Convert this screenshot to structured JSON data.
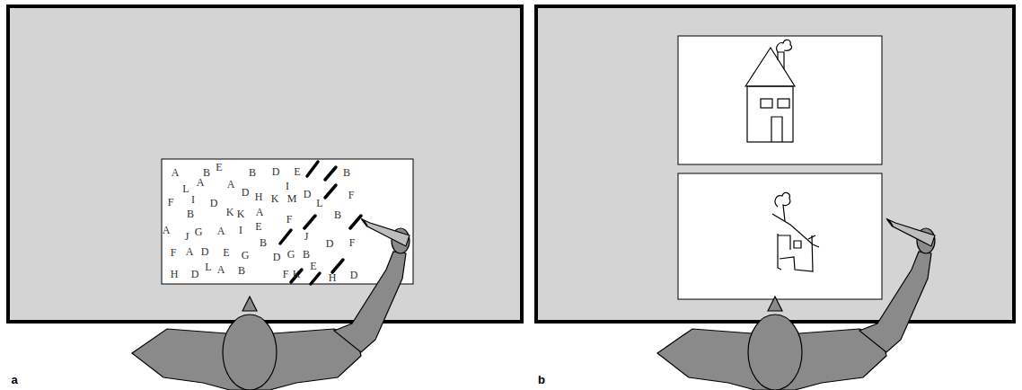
{
  "diagram": {
    "labels": [
      "A",
      "B",
      "E",
      "B",
      "D",
      "E",
      "B",
      "L",
      "A",
      "A",
      "D",
      "H",
      "I",
      "D",
      "F",
      "F",
      "I",
      "D",
      "K",
      "K",
      "M",
      "L",
      "B",
      "K",
      "A",
      "B",
      "E",
      "F",
      "A",
      "J",
      "G",
      "A",
      "I",
      "J",
      "B",
      "D",
      "F",
      "F",
      "A",
      "D",
      "E",
      "G",
      "D",
      "G",
      "B",
      "H",
      "D",
      "L",
      "A",
      "B",
      "F",
      "K",
      "E",
      "H",
      "D",
      "a",
      "b"
    ]
  }
}
